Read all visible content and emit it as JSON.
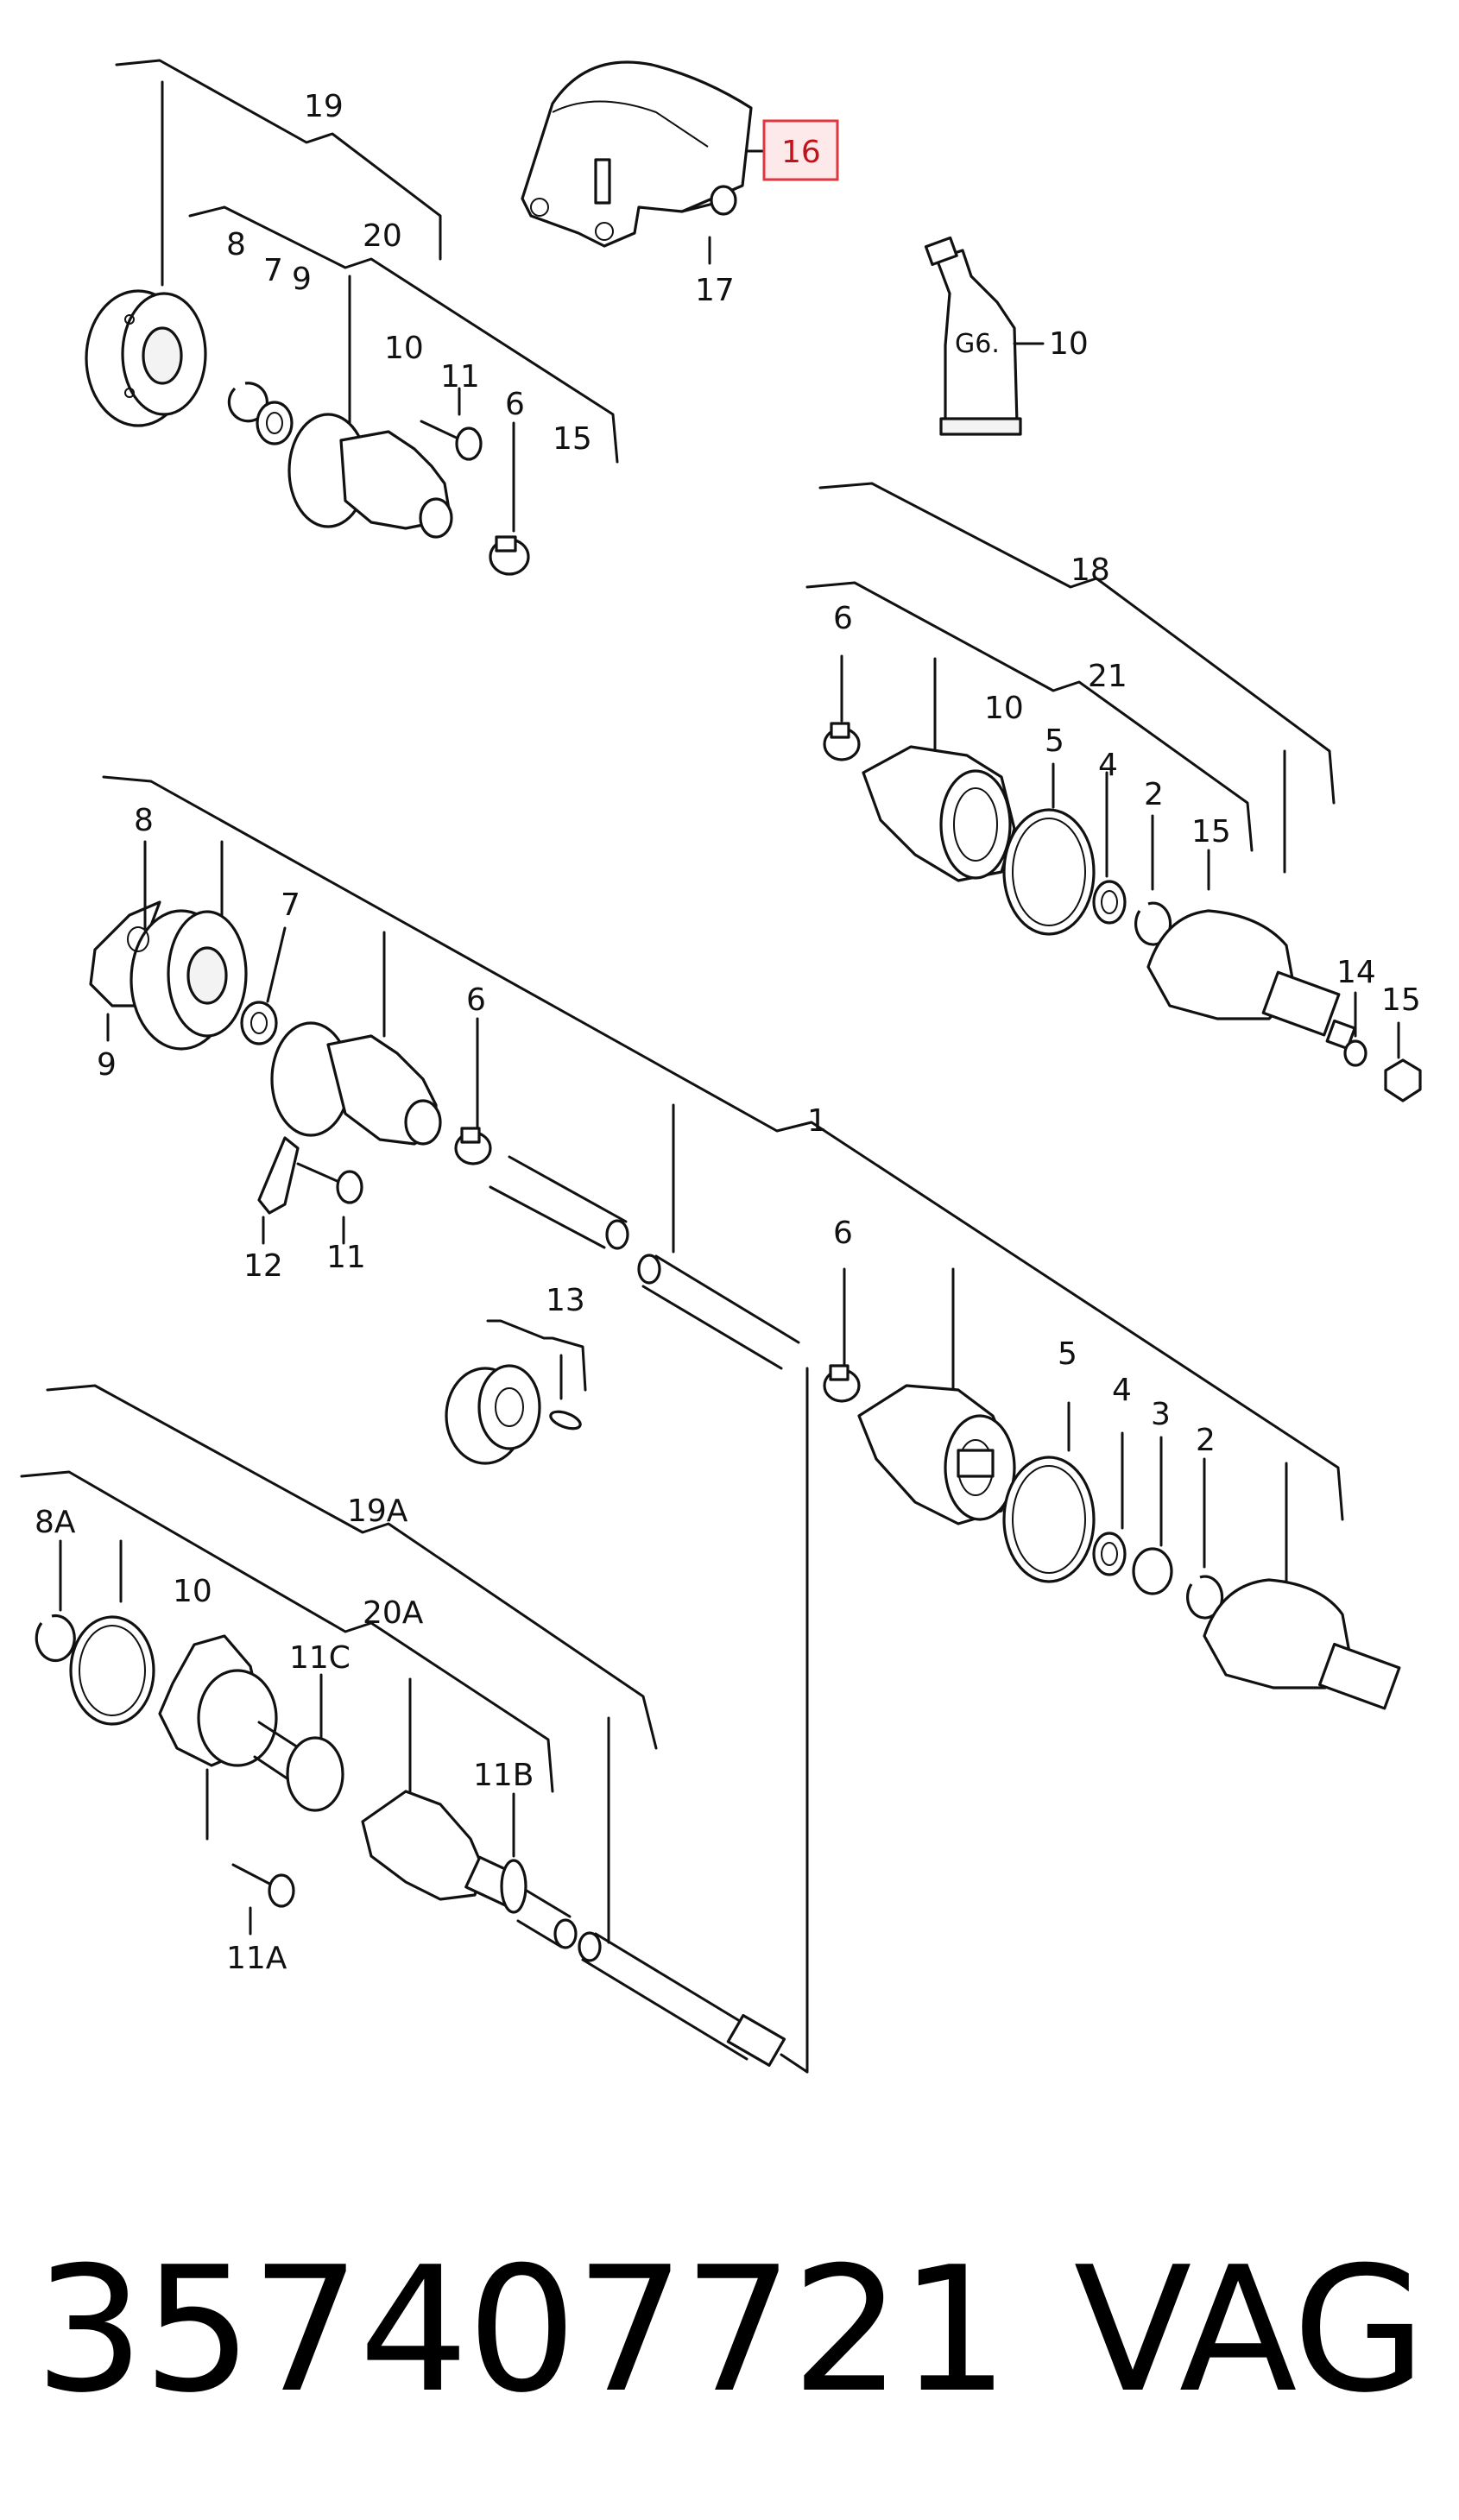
{
  "callouts": {
    "c16": "16",
    "c17": "17",
    "c10a": "10",
    "c19": "19",
    "c20": "20",
    "c8a": "8",
    "c7a": "7",
    "c9a": "9",
    "c10b": "10",
    "c11a": "11",
    "c6a": "6",
    "c15a": "15",
    "c18": "18",
    "c6b": "6",
    "c10c": "10",
    "c21": "21",
    "c5a": "5",
    "c4a": "4",
    "c2a": "2",
    "c15b": "15",
    "c14": "14",
    "c15c": "15",
    "c8b": "8",
    "c7b": "7",
    "c9b": "9",
    "c6c": "6",
    "c12": "12",
    "c11b": "11",
    "c1": "1",
    "c13": "13",
    "c6d": "6",
    "c5b": "5",
    "c4b": "4",
    "c3": "3",
    "c2b": "2",
    "c19A": "19A",
    "c8A": "8A",
    "c10d": "10",
    "c20A": "20A",
    "c11C": "11C",
    "c11B": "11B",
    "c11A": "11A"
  },
  "grease_label": "G6.",
  "highlight": {
    "callout": "16",
    "color": "#e0363f"
  },
  "footer": {
    "part_number": "357407721",
    "brand": "VAG"
  }
}
